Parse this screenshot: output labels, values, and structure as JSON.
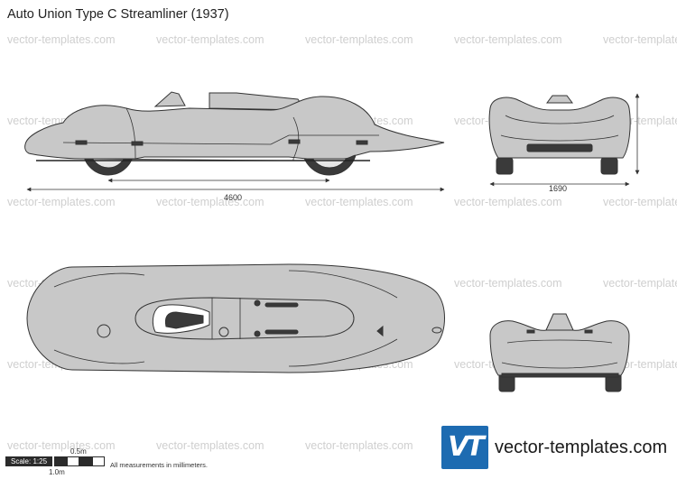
{
  "title": "Auto Union Type C Streamliner (1937)",
  "watermark": "vector-templates.com",
  "dimensions": {
    "length": "4600",
    "width": "1690"
  },
  "scale": {
    "label": "Scale: 1:25",
    "half_meter": "0.5m",
    "one_meter": "1.0m"
  },
  "note": "All measurements in millimeters.",
  "logo": {
    "mark": "VT",
    "site": "vector-templates.com"
  },
  "colors": {
    "body_fill": "#c8c8c8",
    "outline": "#333333",
    "dark": "#3a3a3a",
    "logo_blue": "#1d6bb1",
    "watermark": "#cfcfcf"
  }
}
